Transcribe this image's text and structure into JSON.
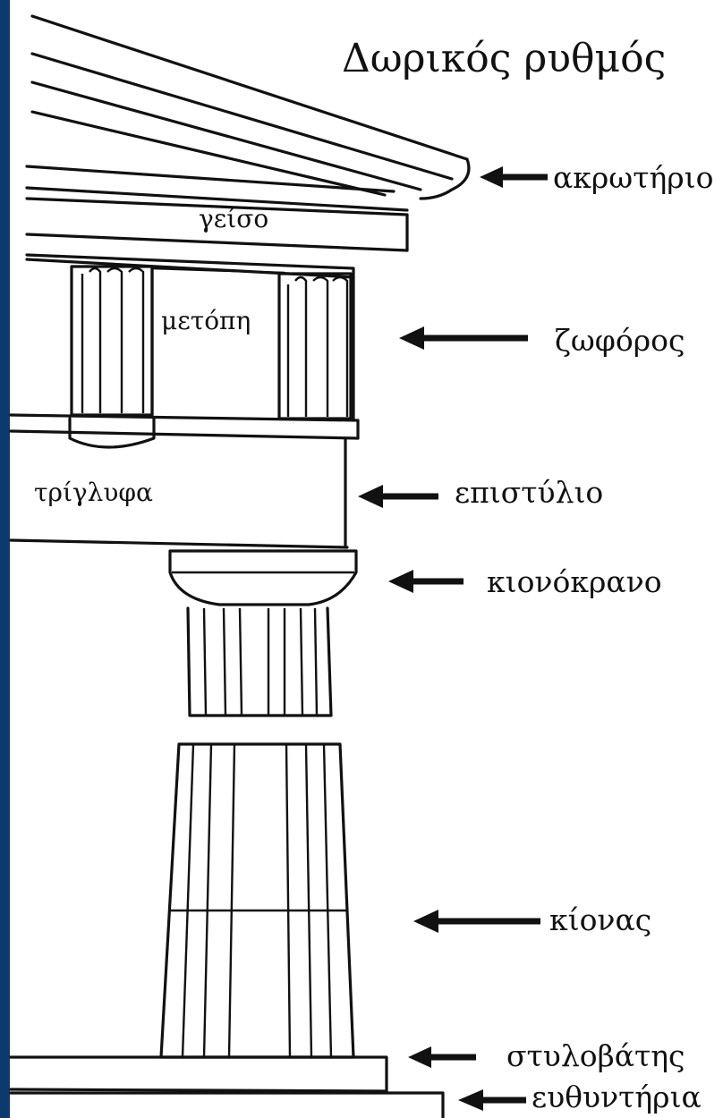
{
  "title": "Δωρικός ρυθμός",
  "colors": {
    "side_bar": "#0d3a6e",
    "ink": "#111111",
    "paper": "#ffffff"
  },
  "labels": {
    "akrotirio": "ακρωτήριο",
    "zoforos": "ζωφόρος",
    "epistylio": "επιστύλιο",
    "kionokrano": "κιονόκρανο",
    "kionas": "κίονας",
    "stylovatis": "στυλοβάτης",
    "efthyntiria": "ευθυντήρια"
  },
  "inner_labels": {
    "geiso": "γείσο",
    "metopi": "μετόπη",
    "triglyfa": "τρίγλυφα"
  }
}
